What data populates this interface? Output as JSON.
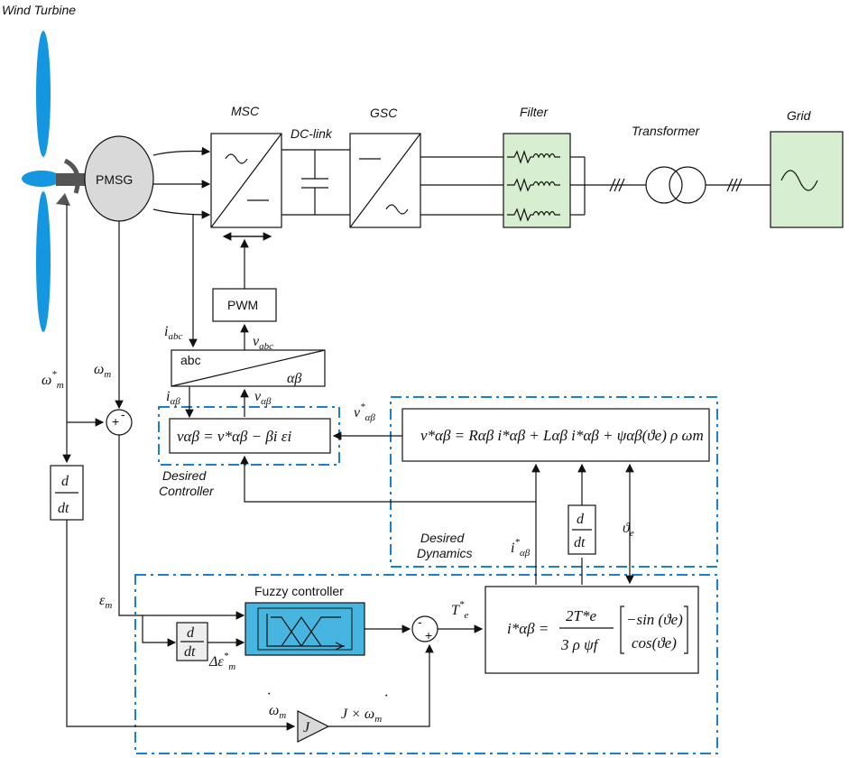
{
  "labels": {
    "wind_turbine": "Wind Turbine",
    "pmsg": "PMSG",
    "msc": "MSC",
    "dc_link": "DC-link",
    "gsc": "GSC",
    "filter": "Filter",
    "transformer": "Transformer",
    "grid": "Grid",
    "pwm": "PWM",
    "abc": "abc",
    "alpha_beta": "αβ",
    "desired_controller_1": "Desired",
    "desired_controller_2": "Controller",
    "desired_dynamics_1": "Desired",
    "desired_dynamics_2": "Dynamics",
    "fuzzy_controller": "Fuzzy controller"
  },
  "signals": {
    "i_abc": "i",
    "i_abc_sub": "abc",
    "v_abc": "v",
    "v_abc_sub": "abc",
    "i_ab": "i",
    "i_ab_sub": "αβ",
    "v_ab": "v",
    "v_ab_sub": "αβ",
    "v_ab_star": "v",
    "v_ab_star_sub": "αβ",
    "omega_m": "ω",
    "omega_m_sub": "m",
    "omega_m_star": "ω",
    "omega_m_star_sub": "m",
    "eps_m": "ε",
    "eps_m_sub": "m",
    "delta_eps": "Δε",
    "delta_eps_sub": "m",
    "T_e_star": "T",
    "T_e_star_sub": "e",
    "theta_e": "ϑ",
    "theta_e_sub": "e",
    "i_ab_star": "i",
    "i_ab_star_sub": "αβ",
    "omega_dot": "ω",
    "omega_dot_sub": "m",
    "J_times": "J × ω",
    "J_times_sub": "m",
    "gain_J": "J",
    "star": "*",
    "dot": "·",
    "plus": "+",
    "minus": "-"
  },
  "blocks": {
    "ddt_num": "d",
    "ddt_den": "dt"
  },
  "equations": {
    "controller": "vαβ = v*αβ − βi εi",
    "dynamics": "v*αβ = Rαβ i*αβ + Lαβ i*αβ + ψαβ(ϑe) ρ ωm",
    "current_lhs": "i*αβ =",
    "current_num": "2T*e",
    "current_den": "3 ρ ψf",
    "current_vec_top": "−sin (ϑe)",
    "current_vec_bot": "cos(ϑe)"
  },
  "colors": {
    "blade": "#1596e0",
    "pmsg_fill": "#d9d9d9",
    "grid_fill": "#d7eed0",
    "filter_fill": "#d7eed0",
    "fuzzy_fill": "#46b6e0",
    "dash": "#1a7fd0",
    "gain_fill": "#d9d9d9"
  }
}
